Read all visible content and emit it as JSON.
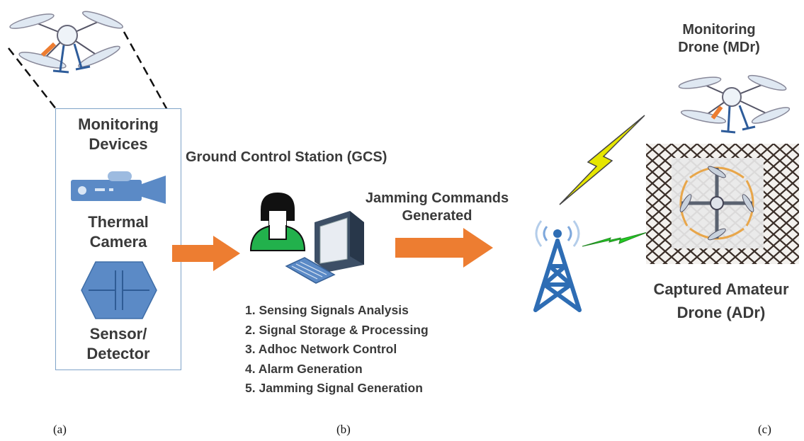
{
  "panel_a": {
    "box_title": "Monitoring Devices",
    "camera_label": "Thermal Camera",
    "sensor_label": "Sensor/ Detector",
    "caption": "(a)"
  },
  "panel_b": {
    "title": "Ground Control Station (GCS)",
    "arrow_label": "Jamming Commands Generated",
    "tasks": [
      "1. Sensing Signals Analysis",
      "2. Signal Storage & Processing",
      "3. Adhoc Network Control",
      "4. Alarm Generation",
      "5. Jamming Signal Generation"
    ],
    "caption": "(b)"
  },
  "panel_c": {
    "monitoring_drone_label": "Monitoring Drone (MDr)",
    "captured_drone_label": "Captured Amateur Drone (ADr)",
    "caption": "(c)"
  },
  "colors": {
    "arrow": "#ed7d31",
    "icon_blue": "#5b8ac6",
    "tower_blue": "#2e6db4",
    "person_green": "#22b14c",
    "lightning_yellow": "#e6e600",
    "lightning_green": "#22cc22"
  }
}
